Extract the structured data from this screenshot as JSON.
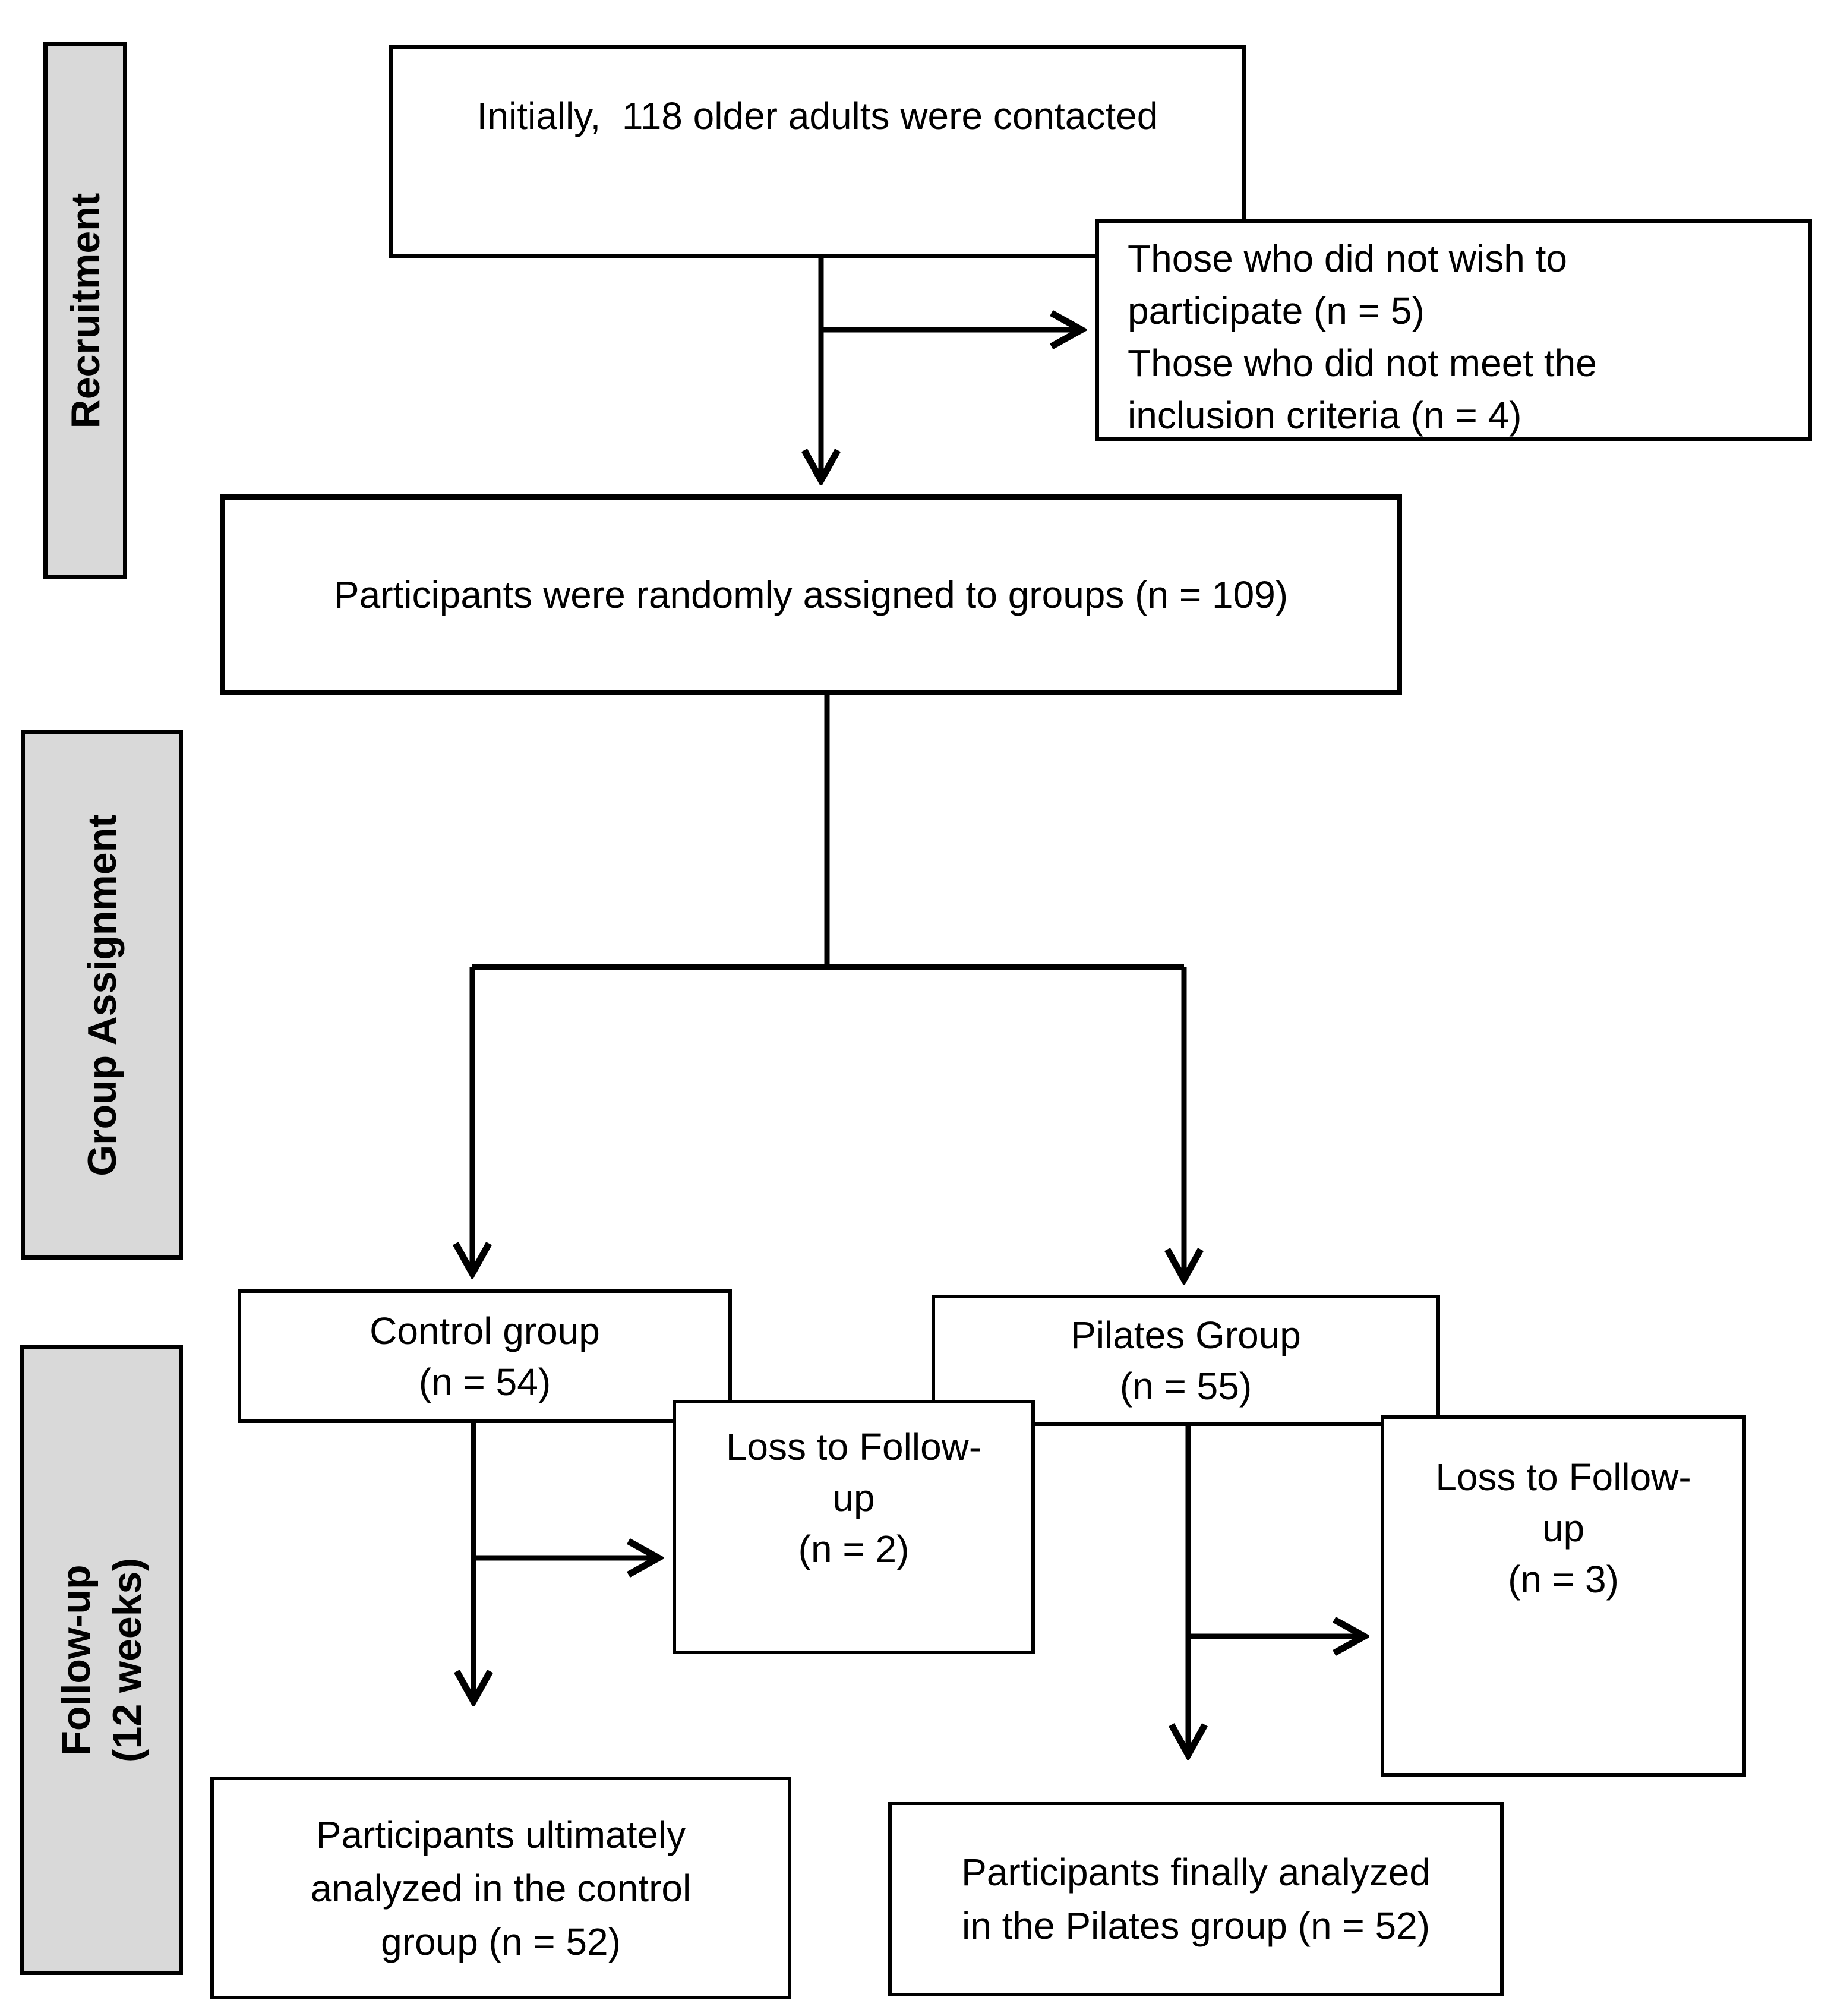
{
  "figure": {
    "type": "participant-flow-diagram",
    "background_color": "#ffffff",
    "line_color": "#000000",
    "stage_label_fill": "#d9d9d9"
  },
  "sidebar": {
    "recruitment": {
      "label": "Recruitment"
    },
    "group_assignment": {
      "label": "Group Assignment"
    },
    "follow_up": {
      "line1": "Follow-up",
      "line2": "(12 weeks)"
    }
  },
  "boxes": {
    "contacted": {
      "text": "Initially,  118 older adults were contacted"
    },
    "excluded": {
      "line1": "Those who did not wish to",
      "line2": "participate (n = 5)",
      "line3": "Those who did not meet the",
      "line4": "inclusion criteria (n = 4)"
    },
    "randomized": {
      "text": "Participants were randomly assigned to groups (n = 109)"
    },
    "control": {
      "line1": "Control group",
      "line2": "(n = 54)"
    },
    "pilates": {
      "line1": "Pilates Group",
      "line2": "(n = 55)"
    },
    "loss_control": {
      "line1": "Loss to Follow-",
      "line2": "up",
      "line3": "(n = 2)"
    },
    "loss_pilates": {
      "line1": "Loss to Follow-",
      "line2": "up",
      "line3": "(n = 3)"
    },
    "analyzed_control": {
      "line1": "Participants ultimately",
      "line2": "analyzed in the control",
      "line3": "group (n = 52)"
    },
    "analyzed_pilates": {
      "line1": "Participants finally analyzed",
      "line2": "in the Pilates group (n = 52)"
    }
  }
}
